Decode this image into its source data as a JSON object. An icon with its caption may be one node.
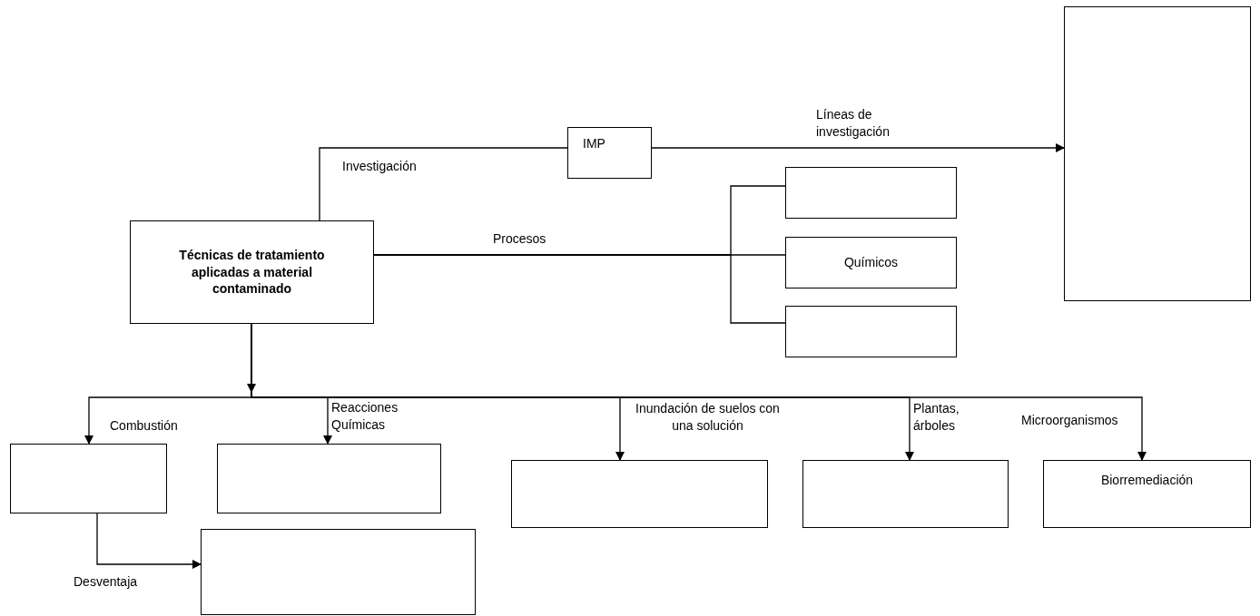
{
  "diagram": {
    "nodes": [
      {
        "text": [
          "Técnicas de tratamiento aplicadas  a material contaminado"
        ]
      },
      {
        "text": [
          "IMP"
        ]
      },
      {
        "text": [],
        "shape": "box"
      },
      {
        "text": [],
        "shape": "box"
      },
      {
        "text": [
          "Químicos"
        ]
      },
      {
        "text": [],
        "shape": "box"
      },
      {
        "text": [],
        "shape": "box"
      },
      {
        "text": [],
        "shape": "box"
      },
      {
        "text": [],
        "shape": "box"
      },
      {
        "text": [],
        "shape": "box"
      },
      {
        "text": [
          "Biorremediación"
        ]
      },
      {
        "text": [],
        "shape": "box"
      }
    ],
    "edges": [
      {
        "from": 0,
        "to": 1,
        "arrow": "none",
        "label": "Investigación"
      },
      {
        "from": 1,
        "to": 2,
        "arrow": "to",
        "label": "Líneas de investigación"
      },
      {
        "from": 0,
        "to": 3,
        "arrow": "none"
      },
      {
        "from": 0,
        "to": 4,
        "arrow": "none",
        "label": "Procesos"
      },
      {
        "from": 0,
        "to": 5,
        "arrow": "none"
      },
      {
        "from": 0,
        "to": 6,
        "arrow": "to",
        "label": "Combustión"
      },
      {
        "from": 0,
        "to": 7,
        "arrow": "to",
        "label": "Reacciones Químicas"
      },
      {
        "from": 0,
        "to": 8,
        "arrow": "to",
        "label": "Inundación de suelos con una solución"
      },
      {
        "from": 0,
        "to": 9,
        "arrow": "to",
        "label": "Plantas, árboles"
      },
      {
        "from": 0,
        "to": 10,
        "arrow": "to",
        "label": "Microorganismos"
      },
      {
        "from": 6,
        "to": 11,
        "arrow": "to",
        "label": "Desventaja"
      }
    ]
  }
}
